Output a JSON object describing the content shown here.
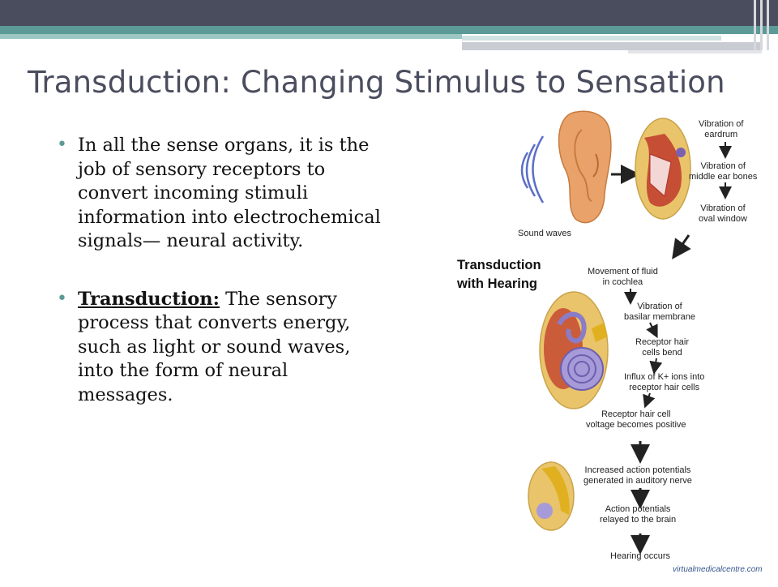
{
  "slide": {
    "title": "Transduction: Changing Stimulus to Sensation",
    "bullets": [
      {
        "text": "In all the sense organs, it is the job of sensory receptors to convert incoming stimuli information into electrochemical signals— neural activity."
      },
      {
        "term": "Transduction:",
        "text": " The sensory process that converts energy, such as light or sound waves, into the form of neural messages."
      }
    ]
  },
  "diagram": {
    "side_label_line1": "Transduction",
    "side_label_line2": "with Hearing",
    "steps": {
      "sound_waves": "Sound waves",
      "eardrum_1": "Vibration of",
      "eardrum_2": "eardrum",
      "middle_1": "Vibration of",
      "middle_2": "middle ear bones",
      "oval_1": "Vibration of",
      "oval_2": "oval window",
      "fluid_1": "Movement of fluid",
      "fluid_2": "in cochlea",
      "basilar_1": "Vibration of",
      "basilar_2": "basilar membrane",
      "bend_1": "Receptor hair",
      "bend_2": "cells bend",
      "influx_1": "Influx of K+ ions into",
      "influx_2": "receptor hair cells",
      "voltage_1": "Receptor hair cell",
      "voltage_2": "voltage becomes positive",
      "ap_1": "Increased action potentials",
      "ap_2": "generated in auditory nerve",
      "relay_1": "Action potentials",
      "relay_2": "relayed to the brain",
      "hearing": "Hearing occurs"
    },
    "logo": "virtualmedicalcentre.com",
    "icons": [
      "ear-illustration",
      "middle-ear-illustration",
      "cochlea-illustration",
      "auditory-nerve-illustration",
      "arrow-icon"
    ]
  },
  "colors": {
    "title": "#4a4d5e",
    "accent_teal": "#5b9a96",
    "band_dark": "#4a4d5e"
  }
}
